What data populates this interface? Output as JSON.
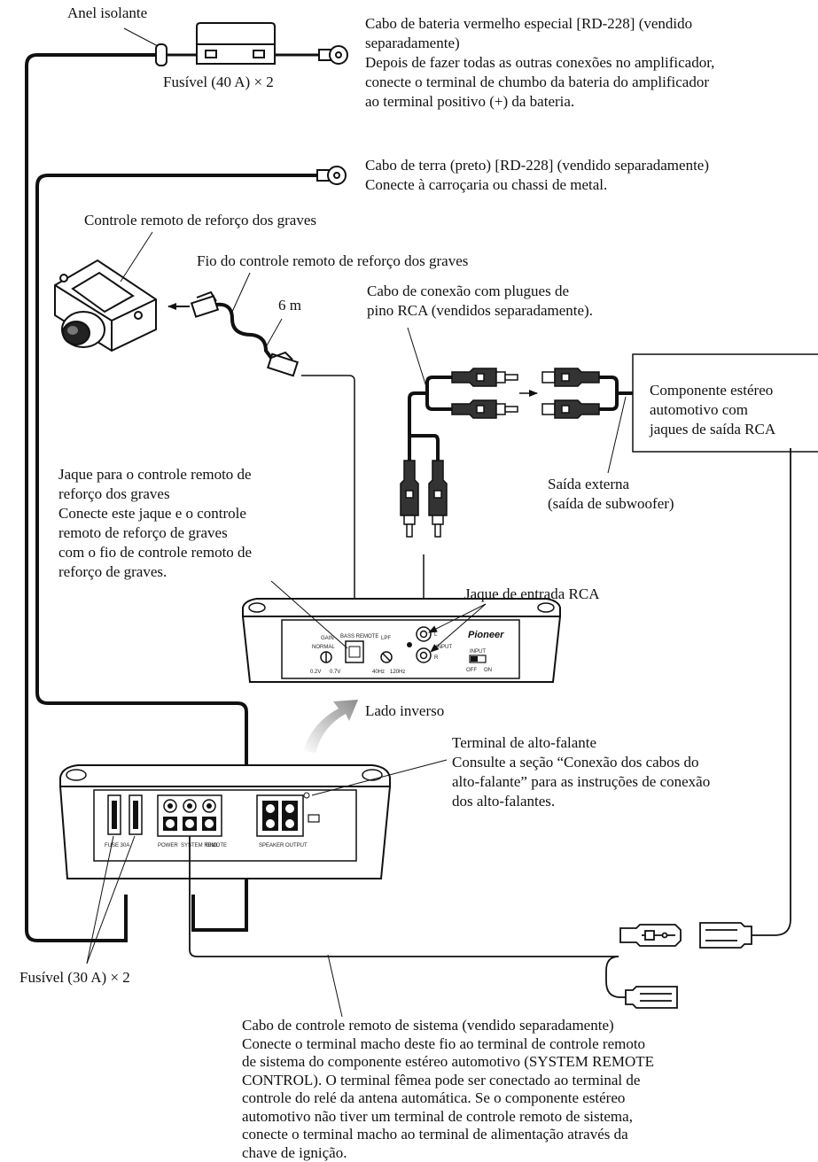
{
  "labels": {
    "insulating_ring": "Anel isolante",
    "fuse_40": "Fusível (40 A) × 2",
    "battery_cable": [
      "Cabo de bateria vermelho especial [RD-228] (vendido",
      "separadamente)",
      "Depois de fazer todas as outras conexões no amplificador,",
      "conecte o terminal de chumbo da bateria do amplificador",
      "ao terminal positivo (+) da bateria."
    ],
    "ground_cable": [
      "Cabo de terra (preto) [RD-228] (vendido separadamente)",
      "Conecte à carroçaria ou chassi de metal."
    ],
    "bass_remote": "Controle remoto de reforço dos graves",
    "bass_remote_wire": "Fio do controle remoto de reforço dos graves",
    "six_m": "6 m",
    "rca_cable": [
      "Cabo de conexão com plugues de",
      "pino RCA (vendidos separadamente)."
    ],
    "car_stereo": [
      "Componente estéreo",
      "automotivo com",
      "jaques de saída RCA"
    ],
    "external_output": [
      "Saída externa",
      "(saída de subwoofer)"
    ],
    "bass_jack": [
      "Jaque para o controle remoto de",
      "reforço dos graves",
      "Conecte este jaque e o controle",
      "remoto de reforço de graves",
      "com o fio de controle remoto de",
      "reforço de graves."
    ],
    "rca_input_jack": "Jaque de entrada RCA",
    "reverse_side": "Lado inverso",
    "speaker_terminal": [
      "Terminal de alto-falante",
      "Consulte a seção “Conexão dos cabos do",
      "alto-falante” para as instruções de conexão",
      "dos alto-falantes."
    ],
    "fuse_30": "Fusível (30 A) × 2",
    "system_remote": [
      "Cabo de controle remoto de sistema (vendido separadamente)",
      "Conecte o terminal macho deste fio ao terminal de controle remoto",
      "de sistema do componente estéreo automotivo (SYSTEM REMOTE",
      "CONTROL). O terminal fêmea pode ser conectado ao terminal de",
      "controle do relé da antena automática. Se o componente estéreo",
      "automotivo não tiver um terminal de controle remoto de sistema,",
      "conecte o terminal macho ao terminal de alimentação através da",
      "chave de ignição."
    ]
  },
  "panel": {
    "gain": "GAIN",
    "normal": "NORMAL",
    "gain_min": "0.2V",
    "gain_max": "0.7V",
    "bass_remote": "BASS REMOTE",
    "lpf": "LPF",
    "lpf_min": "40Hz",
    "lpf_max": "120Hz",
    "ch_l": "L",
    "ch_r": "R",
    "input": "INPUT",
    "input_switch": "INPUT",
    "sw_off": "OFF",
    "sw_on": "ON",
    "brand": "Pioneer",
    "fuse_label": "FUSE 30A",
    "power": "POWER",
    "system_remote": "SYSTEM REMOTE",
    "ground": "GND",
    "speaker_output": "SPEAKER OUTPUT"
  },
  "colors": {
    "line": "#111111",
    "device_fill": "#ffffff",
    "arrow_gray": "#9a9a9a"
  }
}
